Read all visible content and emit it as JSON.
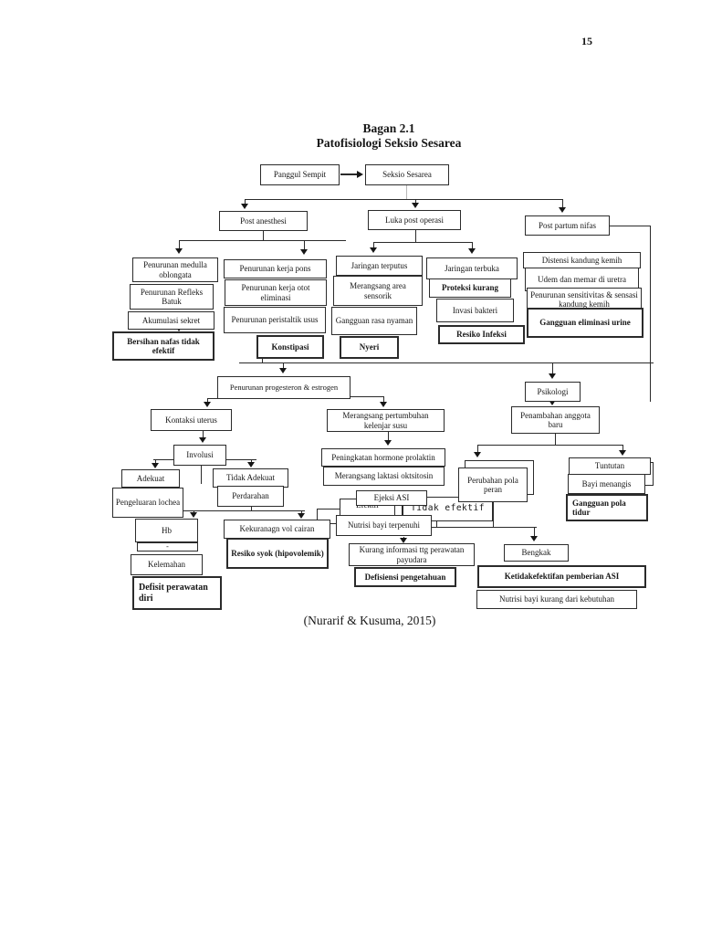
{
  "page": {
    "number": "15",
    "citation": "(Nurarif & Kusuma, 2015)"
  },
  "title": {
    "line1": "Bagan 2.1",
    "line2": "Patofisiologi Seksio Sesarea"
  },
  "nodes": {
    "panggul_sempit": {
      "label": "Panggul Sempit"
    },
    "seksio_sesarea": {
      "label": "Seksio Sesarea"
    },
    "post_anesthesi": {
      "label": "Post anesthesi"
    },
    "luka_post_operasi": {
      "label": "Luka post operasi"
    },
    "post_partum_nifas": {
      "label": "Post partum nifas"
    },
    "penurunan_medulla": {
      "label": "Penurunan medulla oblongata"
    },
    "penurunan_refleks": {
      "label": "Penurunan Refleks Batuk"
    },
    "akumulasi_sekret": {
      "label": "Akumulasi sekret"
    },
    "bersihan_nafas": {
      "label": "Bersihan nafas tidak efektif"
    },
    "penurunan_kerja_pons": {
      "label": "Penurunan kerja pons"
    },
    "penurunan_kerja_otot": {
      "label": "Penurunan kerja otot eliminasi"
    },
    "penurunan_peristaltik": {
      "label": "Penurunan peristaltik usus"
    },
    "konstipasi": {
      "label": "Konstipasi"
    },
    "jaringan_terputus": {
      "label": "Jaringan terputus"
    },
    "merangsang_area": {
      "label": "Merangsang area sensorik"
    },
    "gangguan_rasa": {
      "label": "Gangguan rasa nyaman"
    },
    "nyeri": {
      "label": "Nyeri"
    },
    "jaringan_terbuka": {
      "label": "Jaringan terbuka"
    },
    "proteksi_kurang": {
      "label": "Proteksi kurang"
    },
    "invasi_bakteri": {
      "label": "Invasi bakteri"
    },
    "resiko_infeksi": {
      "label": "Resiko Infeksi"
    },
    "distensi": {
      "label": "Distensi kandung kemih"
    },
    "udem": {
      "label": "Udem dan memar di uretra"
    },
    "sensitivitas": {
      "label": "Penurunan sensitivitas & sensasi kandung kemih"
    },
    "gangguan_eliminasi": {
      "label": "Gangguan eliminasi urine"
    },
    "penurunan_progesteron": {
      "label": "Penurunan progesteron & estrogen"
    },
    "psikologi": {
      "label": "Psikologi"
    },
    "kontaksi_uterus": {
      "label": "Kontaksi uterus"
    },
    "merangsang_pertumbuhan": {
      "label": "Merangsang pertumbuhan kelenjar susu"
    },
    "penambahan": {
      "label": "Penambahan anggota baru"
    },
    "involusi": {
      "label": "Involusi"
    },
    "adekuat": {
      "label": "Adekuat"
    },
    "tidak_adekuat": {
      "label": "Tidak Adekuat"
    },
    "pengeluaran_lochea": {
      "label": "Pengeluaran lochea"
    },
    "perdarahan": {
      "label": "Perdarahan"
    },
    "peningkatan_hormone": {
      "label": "Peningkatan hormone prolaktin"
    },
    "merangsang_laktasi": {
      "label": "Merangsang laktasi oktsitosin"
    },
    "ejeksi_asi": {
      "label": "Ejeksi ASI"
    },
    "efektif": {
      "label": "Efektif"
    },
    "tidak_efektif": {
      "label": "Tidak efektif"
    },
    "nutrisi_terpenuhi": {
      "label": "Nutrisi bayi terpenuhi"
    },
    "hb": {
      "label": "Hb"
    },
    "hb_sub": {
      "label": "-"
    },
    "kelemahan": {
      "label": "Kelemahan"
    },
    "defisit": {
      "label": "Defisit perawatan diri"
    },
    "kekurangan_vol": {
      "label": "Kekuranagn vol cairan"
    },
    "resiko_syok": {
      "label": "Resiko syok (hipovolemik)"
    },
    "kurang_informasi": {
      "label": "Kurang informasi ttg perawatan payudara"
    },
    "defisiensi": {
      "label": "Defisiensi pengetahuan"
    },
    "perubahan": {
      "label": "Perubahan pola peran"
    },
    "tuntutan": {
      "label": "Tuntutan"
    },
    "bayi_menangis": {
      "label": "Bayi menangis"
    },
    "gangguan_pola": {
      "label": "Gangguan pola tidur"
    },
    "bengkak": {
      "label": "Bengkak"
    },
    "ketidakefektifan": {
      "label": "Ketidakefektifan pemberian ASI"
    },
    "nutrisi_kurang": {
      "label": "Nutrisi bayi kurang dari kebutuhan"
    }
  }
}
